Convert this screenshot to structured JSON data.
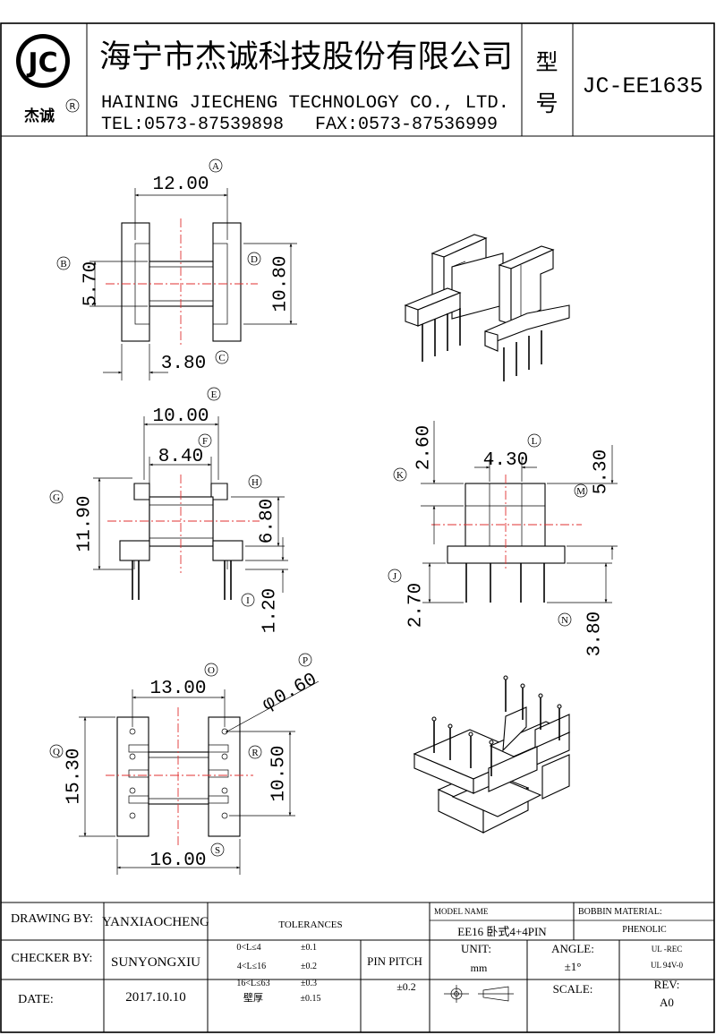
{
  "header": {
    "logo_text": "JC",
    "logo_sub": "杰诚",
    "logo_reg": "R",
    "company_cn": "海宁市杰诚科技股份有限公司",
    "company_en": "HAINING JIECHENG TECHNOLOGY CO., LTD.",
    "tel": "TEL:0573-87539898",
    "fax": "FAX:0573-87536999",
    "model_label_1": "型",
    "model_label_2": "号",
    "model_value": "JC-EE1635"
  },
  "dimensions": {
    "A": {
      "letter": "A",
      "value": "12.00"
    },
    "B": {
      "letter": "B",
      "value": "5.70"
    },
    "C": {
      "letter": "C",
      "value": "3.80"
    },
    "D": {
      "letter": "D",
      "value": "10.80"
    },
    "E": {
      "letter": "E",
      "value": "10.00"
    },
    "F": {
      "letter": "F",
      "value": "8.40"
    },
    "G": {
      "letter": "G",
      "value": "11.90"
    },
    "H": {
      "letter": "H",
      "value": "6.80"
    },
    "I": {
      "letter": "I",
      "value": "1.20"
    },
    "J": {
      "letter": "J",
      "value": "2.70"
    },
    "K": {
      "letter": "K",
      "value": "2.60"
    },
    "L": {
      "letter": "L",
      "value": "4.30"
    },
    "M": {
      "letter": "M",
      "value": "5.30"
    },
    "N": {
      "letter": "N",
      "value": "3.80"
    },
    "O": {
      "letter": "O",
      "value": "13.00"
    },
    "P": {
      "letter": "P",
      "value": "0.60"
    },
    "Q": {
      "letter": "Q",
      "value": "15.30"
    },
    "R": {
      "letter": "R",
      "value": "10.50"
    },
    "S": {
      "letter": "S",
      "value": "16.00"
    }
  },
  "diameter_symbol": "φ",
  "titleblock": {
    "drawing_by_label": "DRAWING  BY:",
    "drawing_by_value": "YANXIAOCHENG",
    "checker_by_label": "CHECKER  BY:",
    "checker_by_value": "SUNYONGXIU",
    "date_label": "DATE:",
    "date_value": "2017.10.10",
    "tolerances_label": "TOLERANCES",
    "tol_rows": [
      {
        "range": "0<L≤4",
        "tol": "±0.1"
      },
      {
        "range": "4<L≤16",
        "tol": "±0.2"
      },
      {
        "range": "16<L≤63",
        "tol": "±0.3"
      },
      {
        "range": "壁厚",
        "tol": "±0.15"
      }
    ],
    "pin_pitch_label": "PIN PITCH",
    "pin_pitch_value": "±0.2",
    "model_name_label": "MODEL NAME",
    "model_name_value": "EE16 卧式4+4PIN",
    "bobbin_material_label": "BOBBIN MATERIAL:",
    "bobbin_material_value": "PHENOLIC",
    "unit_label": "UNIT:",
    "unit_value": "mm",
    "angle_label": "ANGLE:",
    "angle_value": "±1°",
    "ul_line1": "UL -REC",
    "ul_line2": "UL  94V-0",
    "scale_label": "SCALE:",
    "rev_label": "REV:",
    "rev_value": "A0"
  }
}
